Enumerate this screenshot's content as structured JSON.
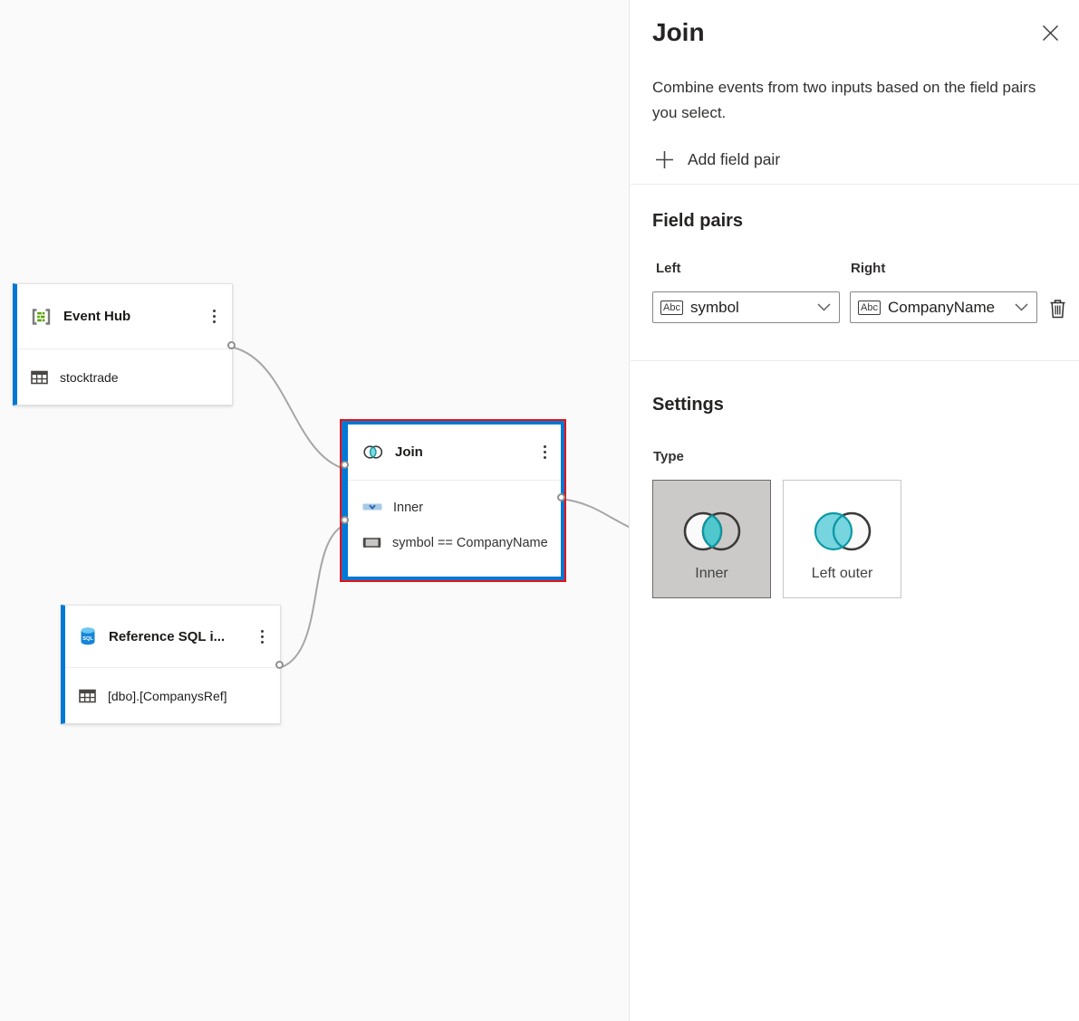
{
  "colors": {
    "accent_blue": "#0078d4",
    "selection_red": "#e81111",
    "teal_fill": "#4fc7cd",
    "teal_stroke": "#0b9aa5",
    "wire_gray": "#a6a6a6",
    "inner_card_bg": "#cbcac8"
  },
  "canvas": {
    "nodes": {
      "event_hub": {
        "title": "Event Hub",
        "table": "stocktrade"
      },
      "join": {
        "title": "Join",
        "type_row": "Inner",
        "condition_row": "symbol == CompanyName"
      },
      "reference_sql": {
        "title": "Reference SQL i...",
        "table": "[dbo].[CompanysRef]"
      }
    }
  },
  "panel": {
    "title": "Join",
    "description": "Combine events from two inputs based on the field pairs you select.",
    "add_field_pair": "Add field pair",
    "field_pairs": {
      "heading": "Field pairs",
      "left_label": "Left",
      "right_label": "Right",
      "left_value": "symbol",
      "right_value": "CompanyName",
      "field_type_badge": "Abc"
    },
    "settings": {
      "heading": "Settings",
      "type_label": "Type",
      "options": [
        {
          "label": "Inner",
          "selected": true
        },
        {
          "label": "Left outer",
          "selected": false
        }
      ]
    }
  }
}
